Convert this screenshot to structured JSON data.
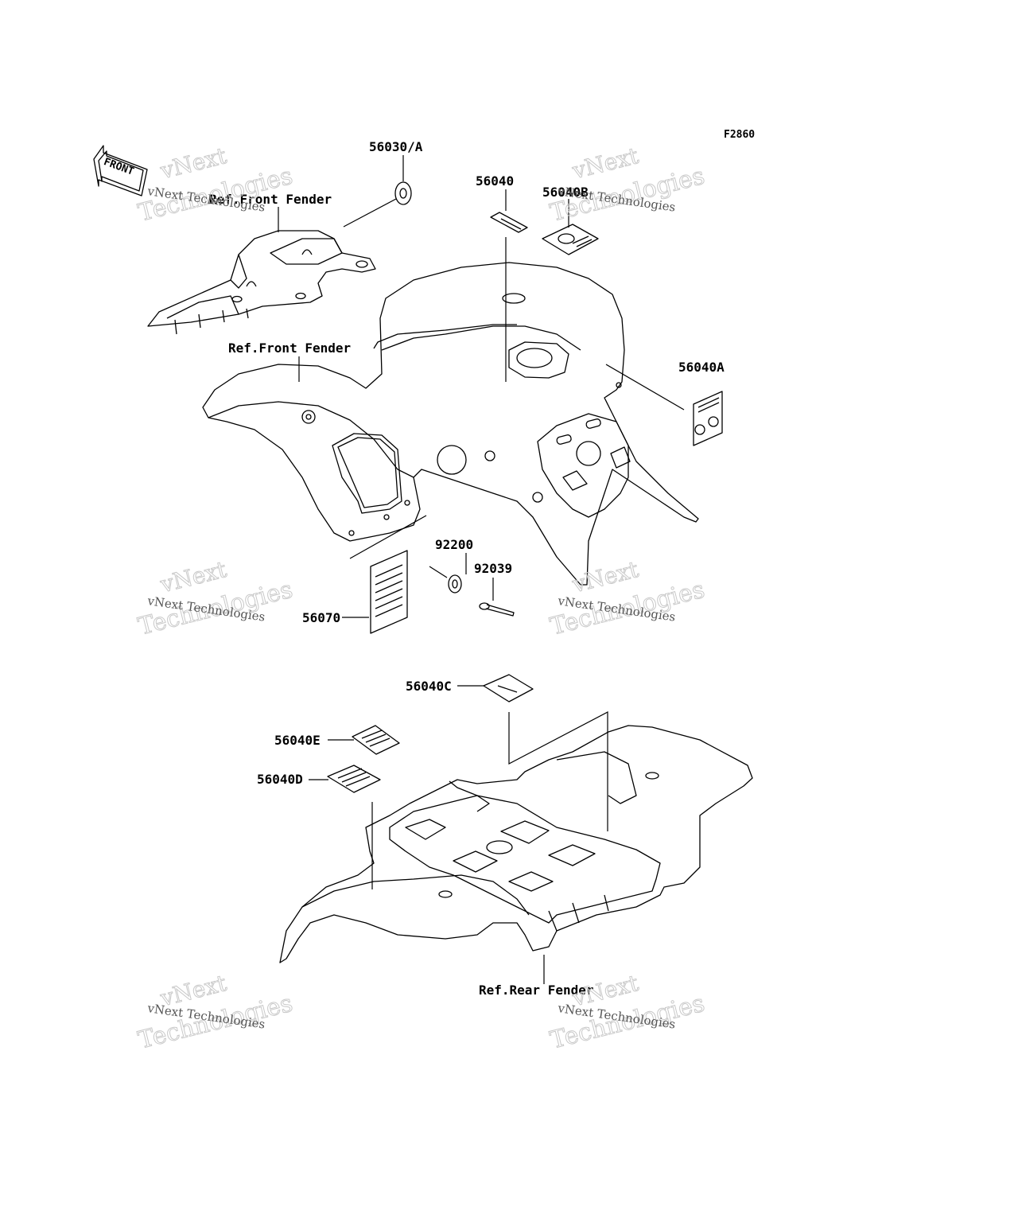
{
  "figure_code": "F2860",
  "front_arrow": "FRONT",
  "labels": {
    "p56030A": "56030/A",
    "p56040": "56040",
    "p56040B": "56040B",
    "p56040A": "56040A",
    "p92200": "92200",
    "p92039": "92039",
    "p56070": "56070",
    "p56040C": "56040C",
    "p56040E": "56040E",
    "p56040D": "56040D"
  },
  "refs": {
    "front_fender_top": "Ref.Front Fender",
    "front_fender_mid": "Ref.Front Fender",
    "rear_fender": "Ref.Rear Fender"
  },
  "watermark": {
    "line1": "vNext",
    "line2": "Technologies",
    "small": "vNext Technologies"
  }
}
